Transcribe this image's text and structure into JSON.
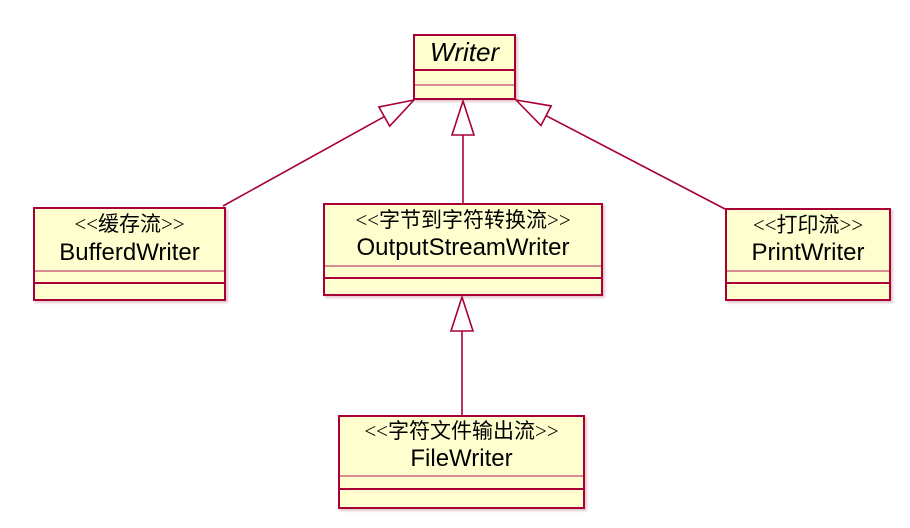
{
  "diagram_type": "uml-class-diagram",
  "colors": {
    "class_fill": "#FEFECE",
    "class_border": "#A80036",
    "edge_stroke": "#A80036",
    "separator_light": "#D78C92",
    "text": "#000000",
    "background": "#FFFFFF"
  },
  "classes": [
    {
      "name": "Writer",
      "stereotype": "",
      "italic_abstract": true
    },
    {
      "name": "BufferdWriter",
      "stereotype": "<<缓存流>>",
      "italic_abstract": false
    },
    {
      "name": "OutputStreamWriter",
      "stereotype": "<<字节到字符转换流>>",
      "italic_abstract": false
    },
    {
      "name": "PrintWriter",
      "stereotype": "<<打印流>>",
      "italic_abstract": false
    },
    {
      "name": "FileWriter",
      "stereotype": "<<字符文件输出流>>",
      "italic_abstract": false
    }
  ],
  "relationships": [
    {
      "type": "generalization",
      "from": "BufferdWriter",
      "to": "Writer"
    },
    {
      "type": "generalization",
      "from": "OutputStreamWriter",
      "to": "Writer"
    },
    {
      "type": "generalization",
      "from": "PrintWriter",
      "to": "Writer"
    },
    {
      "type": "generalization",
      "from": "FileWriter",
      "to": "OutputStreamWriter"
    }
  ]
}
